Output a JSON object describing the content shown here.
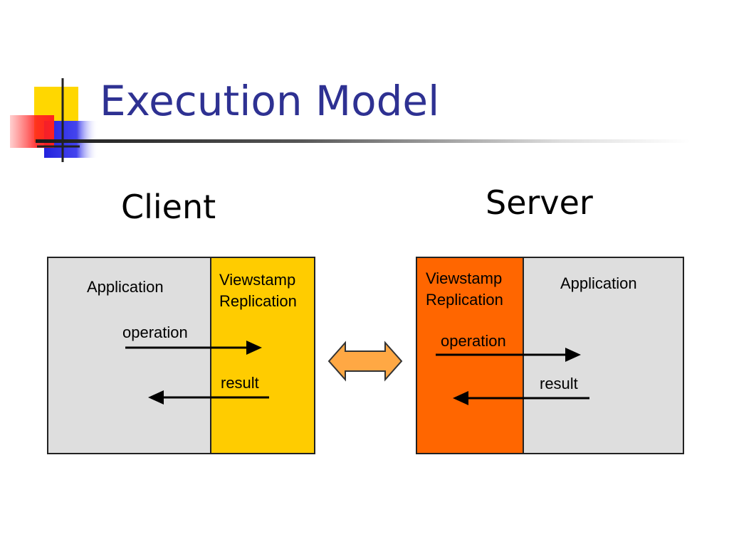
{
  "slide": {
    "title": "Execution Model"
  },
  "client": {
    "label": "Client",
    "application": "Application",
    "vr_line1": "Viewstamp",
    "vr_line2": "Replication",
    "operation": "operation",
    "result": "result",
    "app_color": "#dedede",
    "vr_color": "#ffcc00"
  },
  "server": {
    "label": "Server",
    "application": "Application",
    "vr_line1": "Viewstamp",
    "vr_line2": "Replication",
    "operation": "operation",
    "result": "result",
    "app_color": "#dedede",
    "vr_color": "#ff6600"
  },
  "connector": {
    "color": "#ffa844"
  }
}
